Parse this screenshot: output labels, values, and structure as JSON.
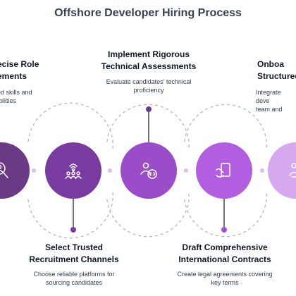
{
  "title": "Offshore Developer Hiring Process",
  "steps": [
    {
      "heading": "Define Precise Role Requirements",
      "heading_visible": "ecise Role\nements",
      "desc_visible": "ed skills and\nibilities",
      "icon": "magnifier-person-icon",
      "color": "#6b3a87"
    },
    {
      "heading": "Select Trusted Recruitment Channels",
      "desc": "Choose reliable platforms for sourcing candidates",
      "icon": "network-people-icon",
      "color": "#7a3ba0"
    },
    {
      "heading": "Implement Rigorous Technical Assessments",
      "desc": "Evaluate candidates' technical proficiency",
      "icon": "people-code-icon",
      "color": "#9b4cc9"
    },
    {
      "heading": "Draft Comprehensive International Contracts",
      "desc": "Create legal agreements covering key terms",
      "icon": "contract-hand-icon",
      "color": "#b25ee0"
    },
    {
      "heading": "Onboard with Structured Process",
      "heading_visible": "Onboa\nStructured",
      "desc_visible": "Integrate deve\nteam and",
      "icon": "onboard-person-icon",
      "color": "#d6a8f0"
    }
  ]
}
